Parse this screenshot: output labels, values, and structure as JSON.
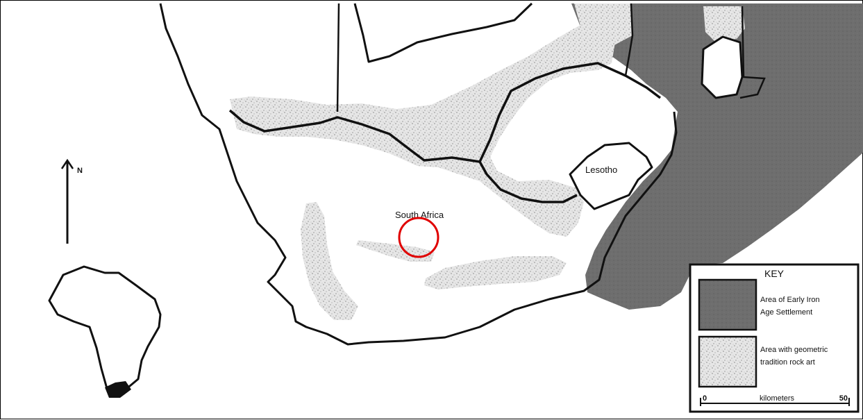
{
  "labels": {
    "lesotho": "Lesotho",
    "south_africa": "South Africa",
    "north": "N"
  },
  "key": {
    "title": "KEY",
    "items": [
      {
        "line1": "Area of Early Iron",
        "line2": "Age Settlement",
        "pattern": "solid-dark"
      },
      {
        "line1": "Area with geometric",
        "line2": "tradition rock art",
        "pattern": "speckled-light"
      }
    ],
    "scale": {
      "start": "0",
      "end": "50",
      "unit": "kilometers"
    }
  },
  "colors": {
    "iron_age": "#6e6e6e",
    "rock_art": "#e3e3e3",
    "marker": "#e00000",
    "line": "#111111"
  },
  "icons": {
    "north_arrow": "north-arrow-icon",
    "marker": "red-circle-marker",
    "inset": "africa-inset"
  }
}
